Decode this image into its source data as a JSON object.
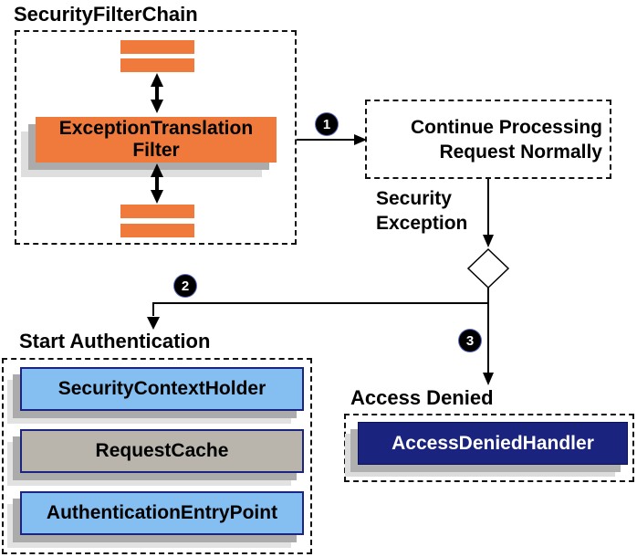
{
  "security_filter_chain": {
    "title": "SecurityFilterChain",
    "filter_line1": "ExceptionTranslation",
    "filter_line2": "Filter"
  },
  "flow": {
    "badge_1": "1",
    "badge_2": "2",
    "badge_3": "3",
    "continue_line1": "Continue Processing",
    "continue_line2": "Request Normally",
    "security_exception_line1": "Security",
    "security_exception_line2": "Exception"
  },
  "start_authentication": {
    "title": "Start Authentication",
    "items": [
      {
        "label": "SecurityContextHolder",
        "fill": "#85BEF0"
      },
      {
        "label": "RequestCache",
        "fill": "#B9B5AD"
      },
      {
        "label": "AuthenticationEntryPoint",
        "fill": "#85BEF0"
      }
    ]
  },
  "access_denied": {
    "title": "Access Denied",
    "handler": "AccessDeniedHandler",
    "fill": "#1A237E"
  },
  "colors": {
    "orange": "#F0793C",
    "light_blue": "#85BEF0",
    "warm_gray": "#B9B5AD",
    "navy": "#1A237E",
    "shadow": "#ABABAB",
    "shadow_light": "#DEDEDE",
    "border_navy": "#1B2580",
    "line": "#000000"
  }
}
